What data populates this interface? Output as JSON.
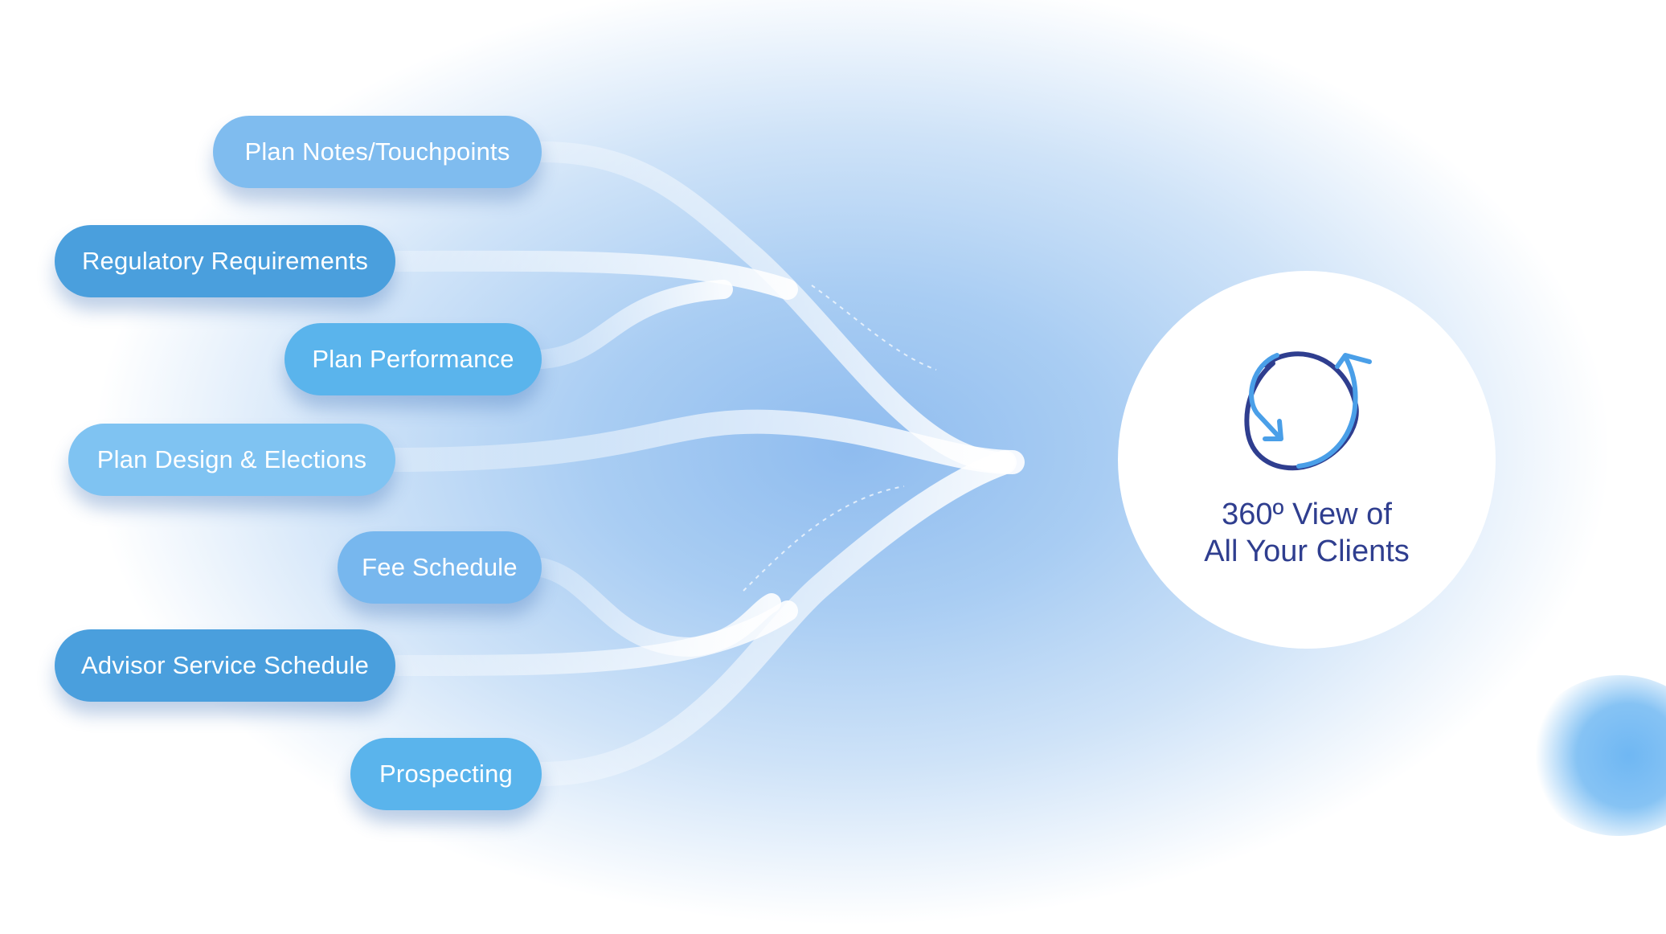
{
  "sources": [
    {
      "label": "Plan Notes/Touchpoints"
    },
    {
      "label": "Regulatory Requirements"
    },
    {
      "label": "Plan Performance"
    },
    {
      "label": "Plan Design & Elections"
    },
    {
      "label": "Fee Schedule"
    },
    {
      "label": "Advisor Service Schedule"
    },
    {
      "label": "Prospecting"
    }
  ],
  "hub": {
    "line1": "360º View of",
    "line2": "All Your Clients",
    "icon": "circular-arrows-icon"
  },
  "colors": {
    "dark_pill": "#4a9fdd",
    "mid_pill": "#5ab4ec",
    "light_pill": "#7fbcef",
    "hub_text": "#2f3e8f",
    "logo_dark": "#2f3e8f",
    "logo_light": "#4a9fe8"
  }
}
